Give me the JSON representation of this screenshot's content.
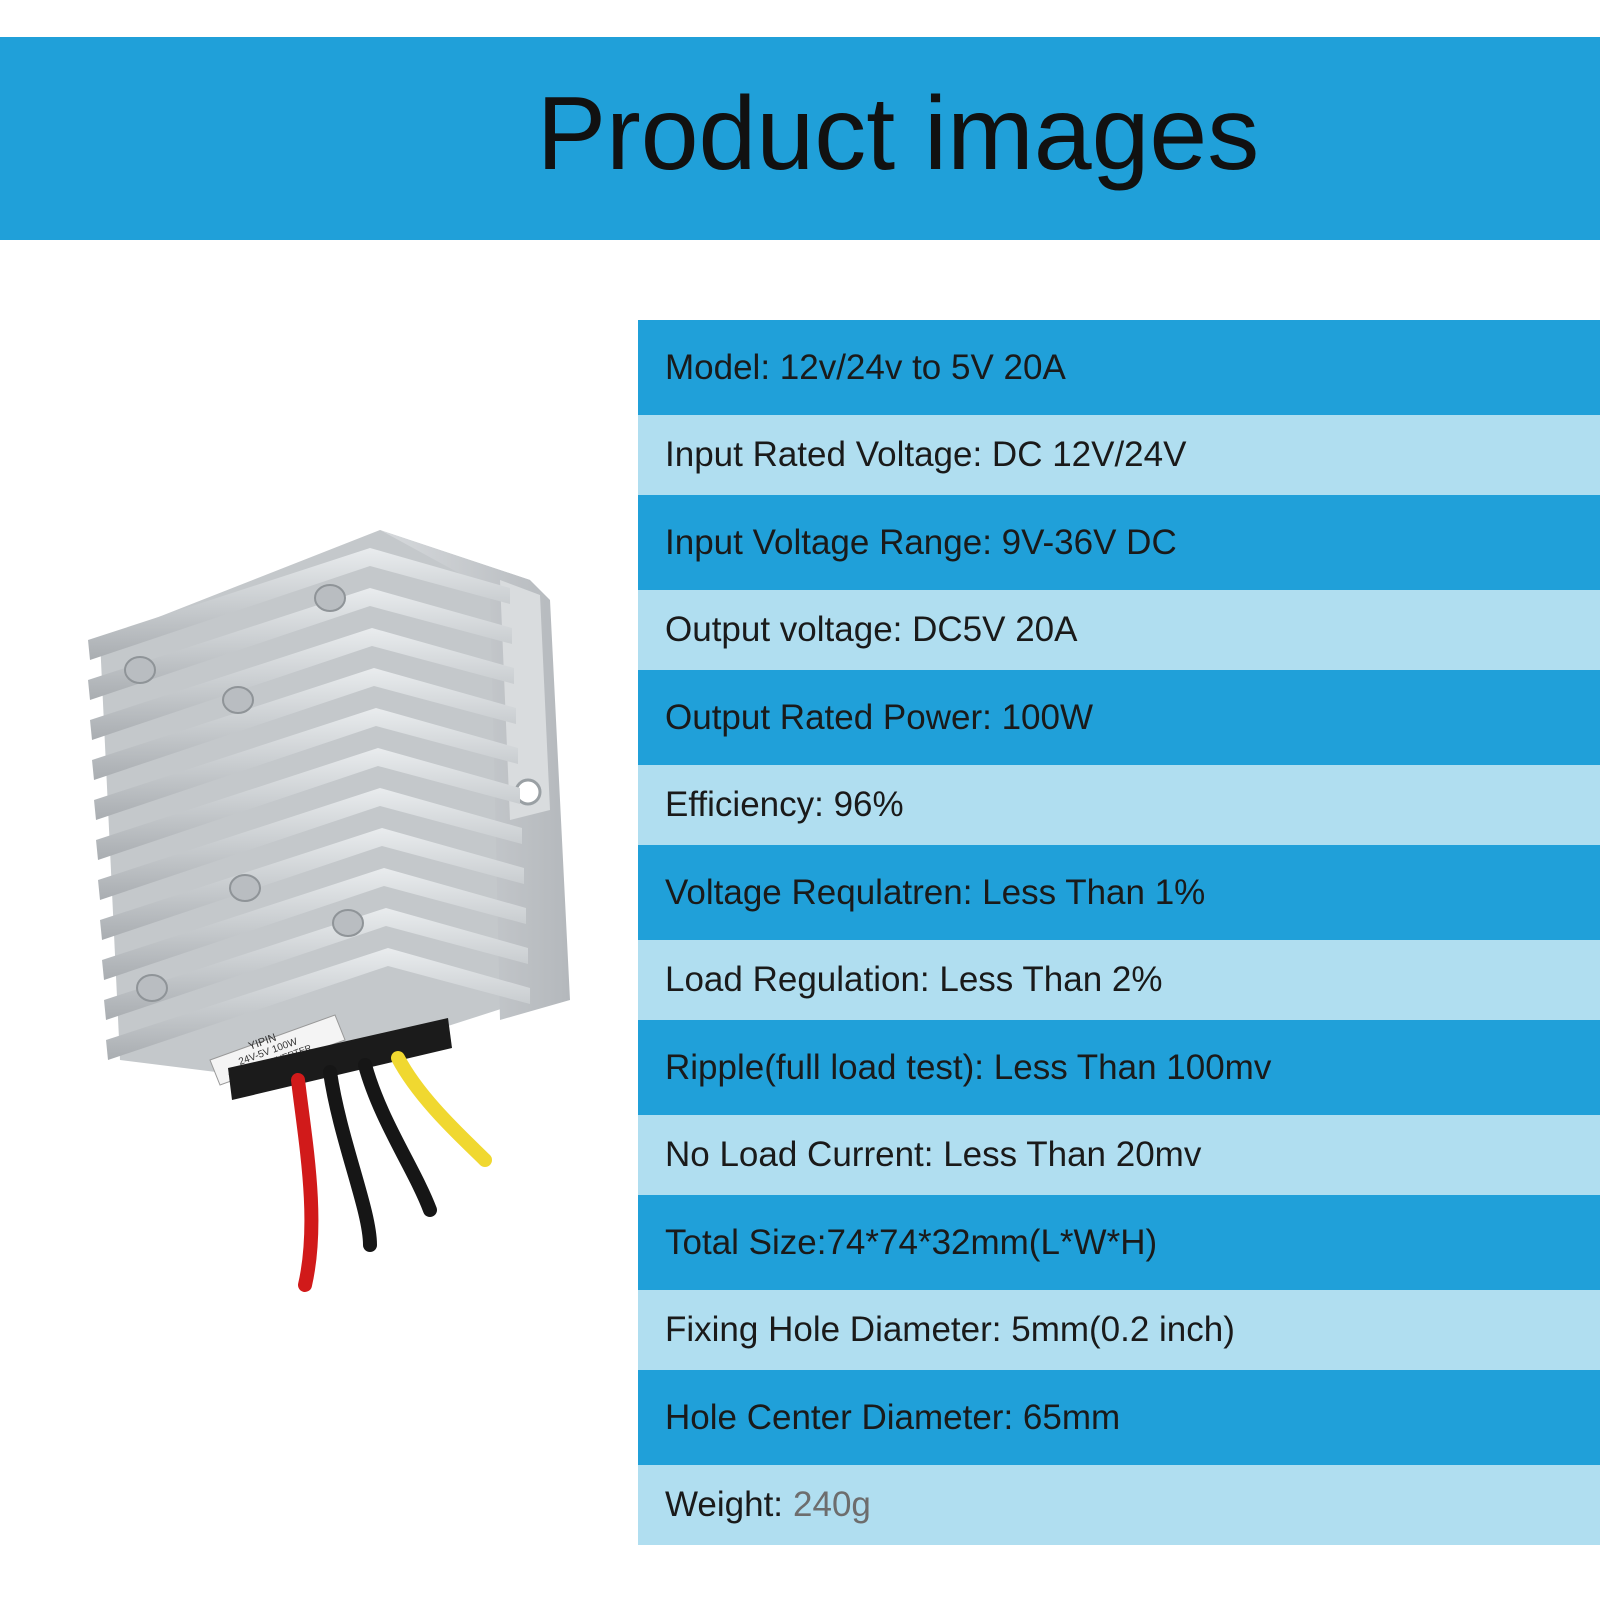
{
  "header": {
    "title": "Product images"
  },
  "product_image": {
    "label_lines": [
      "YIPIN",
      "24V-5V 100W",
      "DC/DC CONVERTER"
    ]
  },
  "specs": {
    "rows": [
      {
        "text": "Model: 12v/24v to 5V 20A"
      },
      {
        "text": "Input Rated Voltage: DC 12V/24V"
      },
      {
        "text": "Input Voltage Range: 9V-36V DC"
      },
      {
        "text": "Output voltage: DC5V 20A"
      },
      {
        "text": "Output Rated Power: 100W"
      },
      {
        "text": "Efficiency: 96%"
      },
      {
        "text": "Voltage Requlatren: Less Than 1%"
      },
      {
        "text": "Load Regulation: Less Than 2%"
      },
      {
        "text": "Ripple(full load test): Less Than 100mv"
      },
      {
        "text": "No Load Current: Less Than 20mv"
      },
      {
        "text": "Total Size:74*74*32mm(L*W*H)"
      },
      {
        "text": "Fixing Hole Diameter: 5mm(0.2 inch)"
      },
      {
        "text": "Hole Center Diameter: 65mm"
      },
      {
        "label": "Weight:",
        "value": "240g"
      }
    ]
  },
  "colors": {
    "banner": "#20a0d9",
    "row_dark": "#20a0d9",
    "row_light": "#b0def0"
  }
}
